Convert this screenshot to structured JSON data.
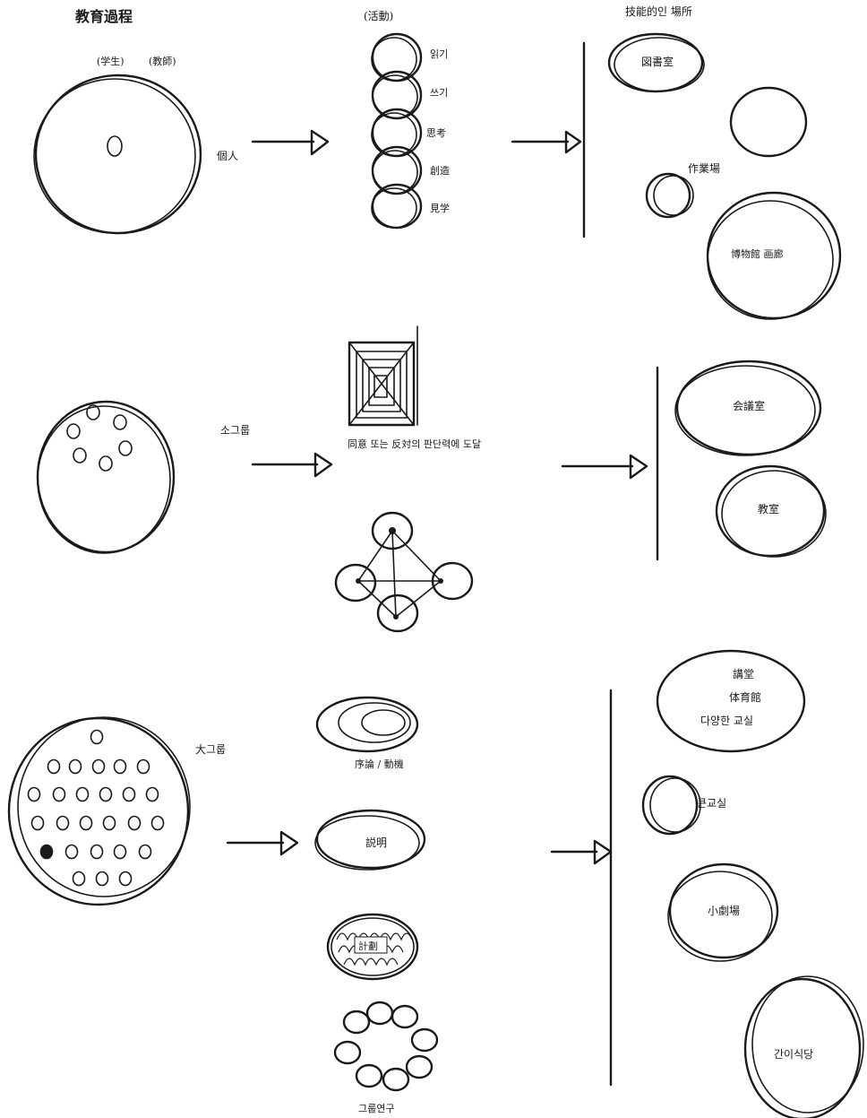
{
  "title": "教育過程",
  "header": {
    "activity": "(活動)",
    "places": "技能的인 場所"
  },
  "row1": {
    "student_label": "(学生)",
    "teacher_label": "(教師)",
    "group_label": "個人",
    "activities": [
      "읽기",
      "쓰기",
      "思考",
      "創造",
      "見学"
    ],
    "places": [
      "図書室",
      "作業場",
      "博物館 画廊"
    ]
  },
  "row2": {
    "group_label": "소그룹",
    "caption": "同意 또는 反対의 판단력에 도달",
    "places": [
      "会議室",
      "教室"
    ]
  },
  "row3": {
    "group_label": "大그룹",
    "activities": [
      "序論 / 動機",
      "説明",
      "計劃"
    ],
    "group_study": "그룹연구",
    "places": [
      "講堂",
      "体育館",
      "다양한 교실",
      "큰교실",
      "小劇場",
      "간이식당"
    ]
  },
  "colors": {
    "ink": "#1a1a1a",
    "paper": "#ffffff"
  }
}
